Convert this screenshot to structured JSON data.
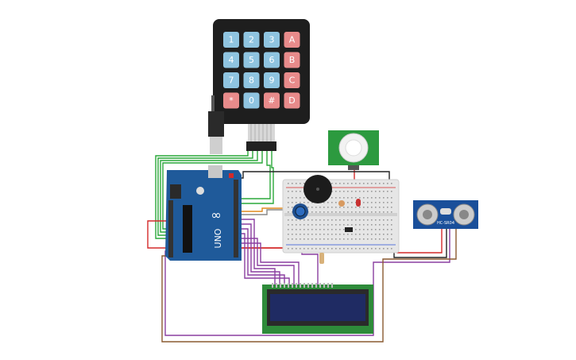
{
  "keypad": {
    "keys": [
      [
        "1",
        "2",
        "3",
        "A"
      ],
      [
        "4",
        "5",
        "6",
        "B"
      ],
      [
        "7",
        "8",
        "9",
        "C"
      ],
      [
        "*",
        "0",
        "#",
        "D"
      ]
    ],
    "colors": {
      "digit": "#8fc4e0",
      "letter": "#e88b8b",
      "body": "#1e1e1e"
    }
  },
  "arduino": {
    "logo": "∞",
    "board_name": "UNO",
    "pcb_color": "#1f5a9a"
  },
  "ultrasonic": {
    "model": "HC-SR04"
  },
  "lcd": {
    "screen_color": "#1f2b63",
    "pcb_color": "#2e8b3a"
  },
  "pir": {
    "pcb_color": "#2c9a3f"
  },
  "wire_colors": {
    "red": "#d42a2a",
    "green": "#2aa83a",
    "purple": "#8a3fa0",
    "brown": "#8a5a30",
    "black": "#222222",
    "orange": "#e08a1e",
    "gray": "#888888"
  }
}
